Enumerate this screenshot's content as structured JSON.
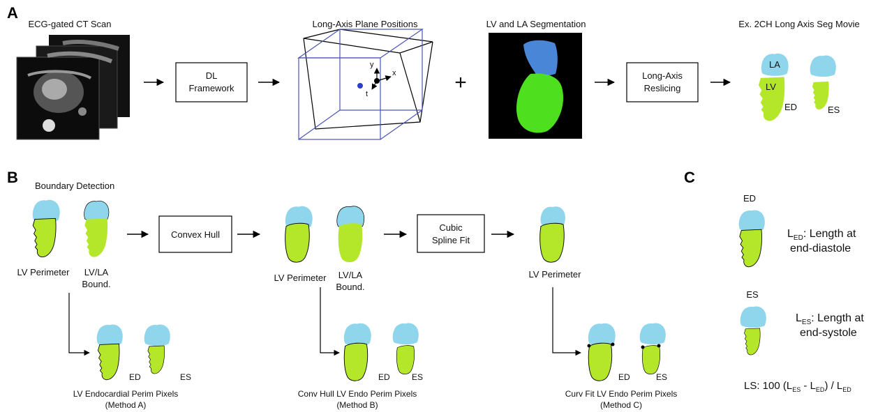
{
  "panel_a": {
    "letter": "A",
    "ct_title": "ECG-gated CT Scan",
    "dl_box": [
      "DL",
      "Framework"
    ],
    "plane_title": "Long-Axis Plane Positions",
    "axis_y": "y",
    "axis_x": "x",
    "axis_t": "t",
    "plus": "+",
    "seg_title": "LV and LA Segmentation",
    "reslice_box": [
      "Long-Axis",
      "Reslicing"
    ],
    "movie_title": "Ex. 2CH Long Axis Seg Movie",
    "la_label": "LA",
    "lv_label": "LV",
    "ed": "ED",
    "es": "ES"
  },
  "panel_b": {
    "letter": "B",
    "boundary_title": "Boundary Detection",
    "lv_perimeter": "LV Perimeter",
    "lvla_bound": [
      "LV/LA",
      "Bound."
    ],
    "convex_box": "Convex Hull",
    "cubic_box": [
      "Cubic",
      "Spline Fit"
    ],
    "ed": "ED",
    "es": "ES",
    "method_a": [
      "LV Endocardial Perim Pixels",
      "(Method A)"
    ],
    "method_b": [
      "Conv Hull LV Endo Perim Pixels",
      "(Method B)"
    ],
    "method_c": [
      "Curv Fit LV Endo Perim Pixels",
      "(Method C)"
    ]
  },
  "panel_c": {
    "letter": "C",
    "ed": "ED",
    "es": "ES",
    "l_ed": {
      "L": "L",
      "sub": "ED",
      "line1": ": Length at",
      "line2": "end-diastole"
    },
    "l_es": {
      "L": "L",
      "sub": "ES",
      "line1": ": Length at",
      "line2": "end-systole"
    },
    "formula": {
      "a": "LS: 100 (L",
      "s1": "ES",
      "b": " - L",
      "s2": "ED",
      "c": ")  /  L",
      "s3": "ED"
    }
  },
  "colors": {
    "la": "#8fd6ec",
    "lv": "#b4e62a",
    "seg_la": "#4a86d8",
    "seg_lv": "#4ee01e",
    "cube": "#4a55b8"
  }
}
